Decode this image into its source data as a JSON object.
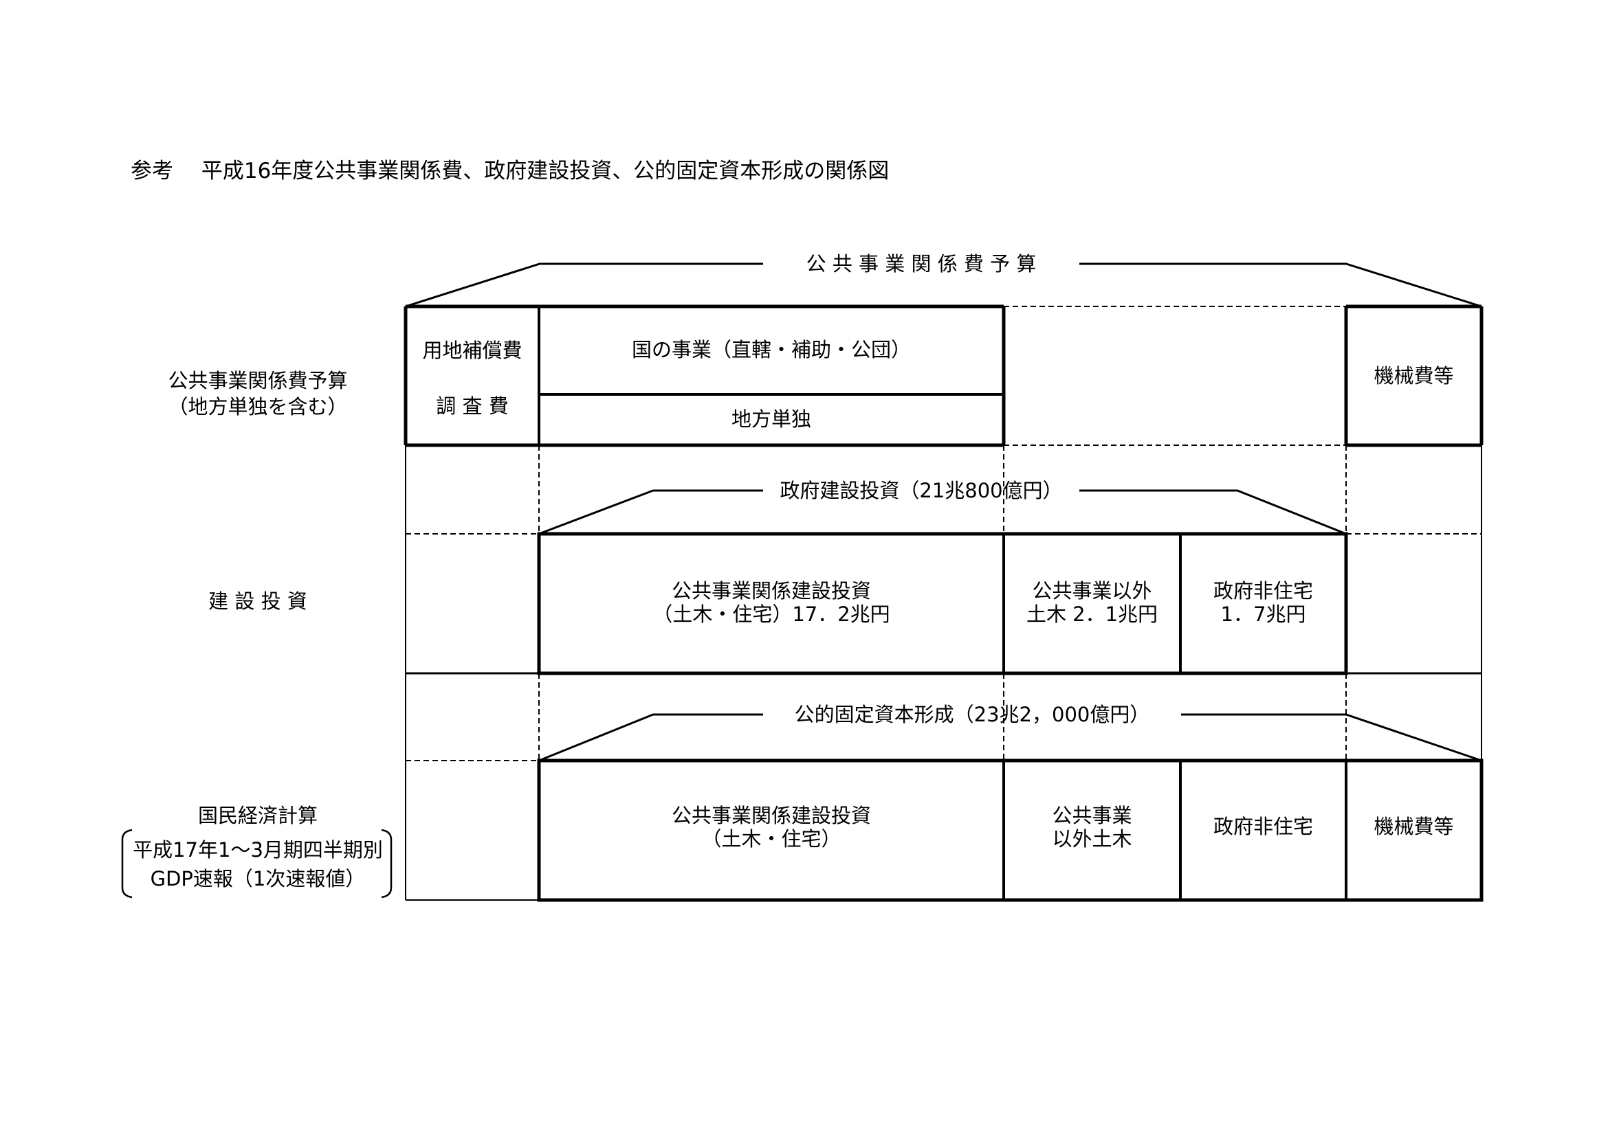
{
  "title": "参考　 平成16年度公共事業関係費、政府建設投資、公的固定資本形成の関係図",
  "top_bracket_label": "公 共 事 業 関 係 費 予 算",
  "left_labels": {
    "row1_line1": "公共事業関係費予算",
    "row1_line2": "（地方単独を含む）",
    "row2": "建 設 投 資",
    "row3_line1": "国民経済計算",
    "row3_line2": "平成17年1～3月期四半期別",
    "row3_line3": "GDP速報（1次速報値）"
  },
  "row1": {
    "land_compensation": "用地補償費",
    "survey": "調 査 費",
    "national_projects": "国の事業（直轄・補助・公団）",
    "local_independent": "地方単独",
    "machinery": "機械費等"
  },
  "gov_investment_label": "政府建設投資（21兆800億円）",
  "row2": {
    "public_works_line1": "公共事業関係建設投資",
    "public_works_line2": "（土木・住宅）17．2兆円",
    "other_civil_line1": "公共事業以外",
    "other_civil_line2": "土木 2．1兆円",
    "gov_nonres_line1": "政府非住宅",
    "gov_nonres_line2": "1．7兆円"
  },
  "gfcf_label": "公的固定資本形成（23兆2，000億円）",
  "row3": {
    "public_works_line1": "公共事業関係建設投資",
    "public_works_line2": "（土木・住宅）",
    "other_civil_line1": "公共事業",
    "other_civil_line2": "以外土木",
    "gov_nonres": "政府非住宅",
    "machinery": "機械費等"
  }
}
